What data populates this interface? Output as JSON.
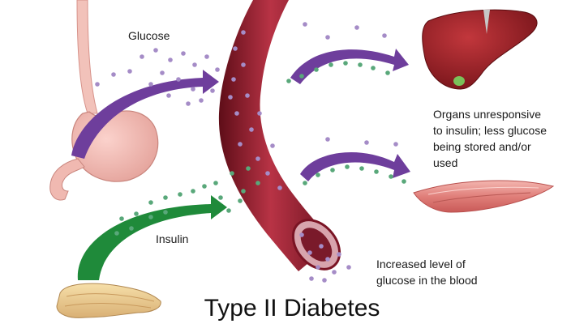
{
  "labels": {
    "glucose": "Glucose",
    "insulin": "Insulin",
    "organs_lines": [
      "Organs unresponsive",
      "to insulin; less glucose",
      "being stored and/or",
      "used"
    ],
    "increased_lines": [
      "Increased level of",
      "glucose in the blood"
    ],
    "title": "Type II Diabetes"
  },
  "colors": {
    "glucose_dot": "#a58cc7",
    "insulin_dot": "#59a87a",
    "glucose_arrow": "#6e3e9c",
    "insulin_arrow": "#1f8a3a",
    "vessel": "#8c1b2a",
    "liver": "#8e1e24",
    "muscle": "#e08b86"
  }
}
